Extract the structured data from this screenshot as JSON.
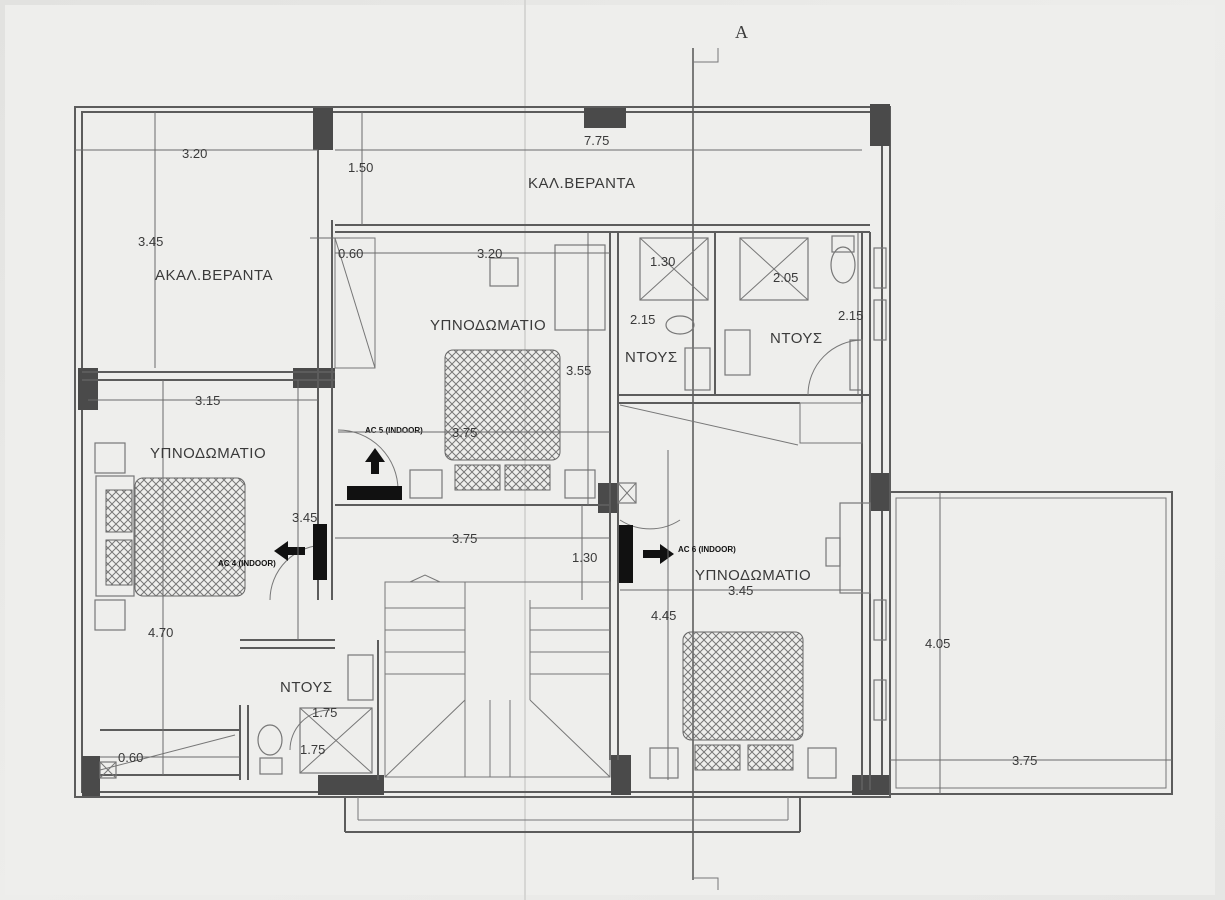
{
  "plan": {
    "section_mark": "A",
    "rooms": {
      "uncovered_veranda_left": "ΑΚΑΛ.ΒΕΡΑΝΤΑ",
      "covered_veranda_top": "ΚΑΛ.ΒΕΡΑΝΤΑ",
      "bedroom_top": "ΥΠΝΟΔΩΜΑΤΙΟ",
      "bedroom_left": "ΥΠΝΟΔΩΜΑΤΙΟ",
      "bedroom_right": "ΥΠΝΟΔΩΜΑΤΙΟ",
      "shower_center": "ΝΤΟΥΣ",
      "shower_right": "ΝΤΟΥΣ",
      "shower_bottom": "ΝΤΟΥΣ"
    },
    "ac_units": {
      "ac4": "AC 4 (INDOOR)",
      "ac5": "AC 5 (INDOOR)",
      "ac6": "AC 6 (INDOOR)"
    },
    "dimensions": {
      "top_total": "7.75",
      "left_veranda_width": "3.20",
      "left_veranda_depth": "3.45",
      "veranda_depth": "1.50",
      "gap_060_top": "0.60",
      "bedroom_top_width": "3.20",
      "shower_a_width": "1.30",
      "shower_b_width": "2.05",
      "shower_a_depth": "2.15",
      "shower_b_depth": "2.15",
      "bedroom_top_depth": "3.55",
      "bedroom_top_width2": "3.75",
      "bedroom_left_width": "3.15",
      "bedroom_left_depth": "3.45",
      "corridor_width": "3.75",
      "corridor_depth": "1.30",
      "bedroom_right_width": "3.45",
      "bedroom_right_depth": "4.45",
      "bedroom_left_height": "4.70",
      "bottom_shower_w": "1.75",
      "bottom_shower_d": "1.75",
      "gap_060_bottom": "0.60",
      "right_terrace_depth": "4.05",
      "right_terrace_width": "3.75"
    }
  }
}
